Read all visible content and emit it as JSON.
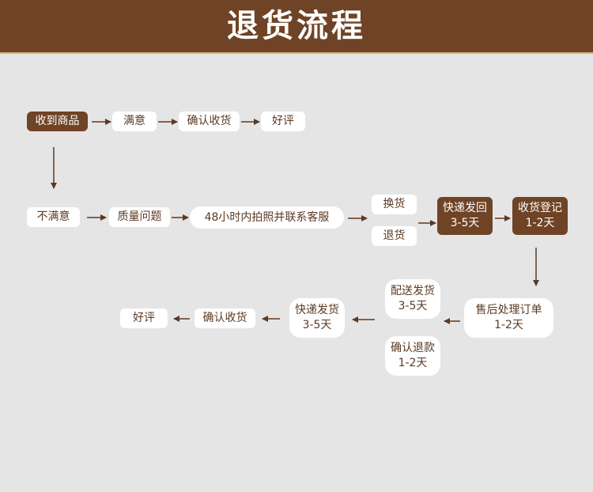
{
  "header": {
    "title": "退货流程"
  },
  "nodes": {
    "receive_goods": "收到商品",
    "satisfied": "满意",
    "confirm_receipt_1": "确认收货",
    "good_review_1": "好评",
    "not_satisfied": "不满意",
    "quality_issue": "质量问题",
    "contact_service": "48小时内拍照并联系客服",
    "exchange": "换货",
    "return": "退货",
    "express_return": {
      "line1": "快递发回",
      "line2": "3-5天"
    },
    "receipt_register": {
      "line1": "收货登记",
      "line2": "1-2天"
    },
    "after_sale_order": {
      "line1": "售后处理订单",
      "line2": "1-2天"
    },
    "delivery_ship": {
      "line1": "配送发货",
      "line2": "3-5天"
    },
    "confirm_refund": {
      "line1": "确认退款",
      "line2": "1-2天"
    },
    "express_ship": {
      "line1": "快递发货",
      "line2": "3-5天"
    },
    "confirm_receipt_2": "确认收货",
    "good_review_2": "好评"
  },
  "colors": {
    "header": "#6f4325",
    "dark_node": "#6f4325",
    "arrow": "#5c3a22",
    "background": "#e6e5e5"
  }
}
